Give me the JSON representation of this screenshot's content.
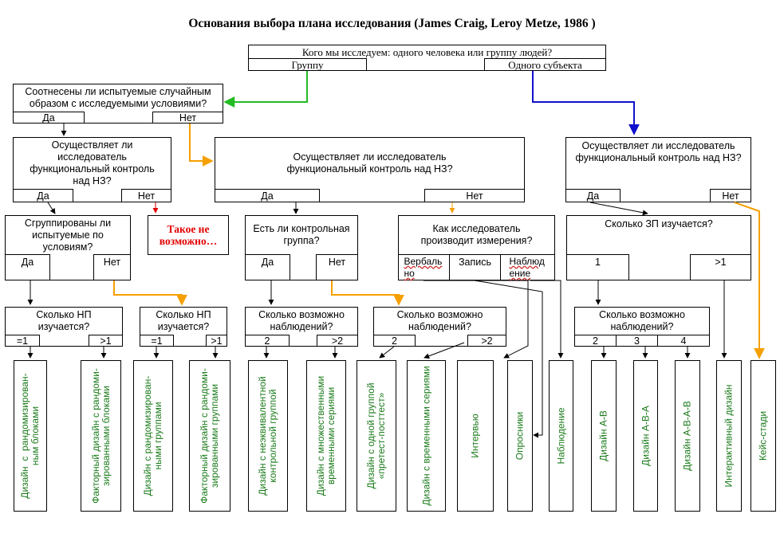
{
  "title": "Основания выбора плана исследования (James Craig, Leroy Metze, 1986 )",
  "q1": {
    "text": "Кого мы исследуем: одного человека или группу людей?",
    "opt_group": "Группу",
    "opt_single": "Одного субъекта"
  },
  "q2": {
    "text": "Соотнесены ли испытуемые случайным образом с исследуемыми условиями?",
    "yes": "Да",
    "no": "Нет"
  },
  "q3a": {
    "text": "Осуществляет ли исследователь функциональный контроль над НЗ?",
    "yes": "Да",
    "no": "Нет"
  },
  "q3b": {
    "text": "Осуществляет ли исследователь функциональный контроль над НЗ?",
    "yes": "Да",
    "no": "Нет"
  },
  "q3c": {
    "text": "Осуществляет ли исследователь функциональный контроль над НЗ?",
    "yes": "Да",
    "no": "Нет"
  },
  "impossible": "Такое не возможно…",
  "q4a": {
    "text": "Сгруппированы ли испытуемые по условиям?",
    "yes": "Да",
    "no": "Нет"
  },
  "q4b": {
    "text": "Есть ли контрольная группа?",
    "yes": "Да",
    "no": "Нет"
  },
  "q4c": {
    "text": "Как исследователь производит измерения?",
    "opt1": "Вербально",
    "opt2": "Запись",
    "opt3": "Наблюдение"
  },
  "q4d": {
    "text": "Сколько ЗП изучается?",
    "opt1": "1",
    "opt2": ">1"
  },
  "q5a": {
    "text": "Сколько НП изучается?",
    "opt1": "=1",
    "opt2": ">1"
  },
  "q5b": {
    "text": "Сколько НП изучается?",
    "opt1": "=1",
    "opt2": ">1"
  },
  "q5c": {
    "text": "Сколько возможно наблюдений?",
    "opt1": "2",
    "opt2": ">2"
  },
  "q5d": {
    "text": "Сколько возможно наблюдений?",
    "opt1": "2",
    "opt2": ">2"
  },
  "q5e": {
    "text": "Сколько возможно наблюдений?",
    "opt1": "2",
    "opt2": "3",
    "opt3": "4"
  },
  "designs": [
    "Дизайн  с  рандомизирован-\nным блоками",
    "Факторный дизайн с рандоми-\nзированными блоками",
    "Дизайн с рандомизирован-\nными группами",
    "Факторный дизайн с рандоми-\nзированными группами",
    "Дизайн с неэквивалентной\nконтрольной группой",
    "Дизайн с множественными\nвременными сериями",
    "Дизайн с одной группой\n«претест-посттест»",
    "Дизайн с временными сериями",
    "Интервью",
    "Опросники",
    "Наблюдение",
    "Дизайн А-В",
    "Дизайн А-В-А",
    "Дизайн А-В-А-В",
    "Интерактивный дизайн",
    "Кейс-стади"
  ],
  "colors": {
    "green": "#22bb22",
    "blue": "#1010cc",
    "orange": "#f5a000",
    "red": "#e00000",
    "black": "#000000",
    "design_text": "#1a7a1a"
  }
}
